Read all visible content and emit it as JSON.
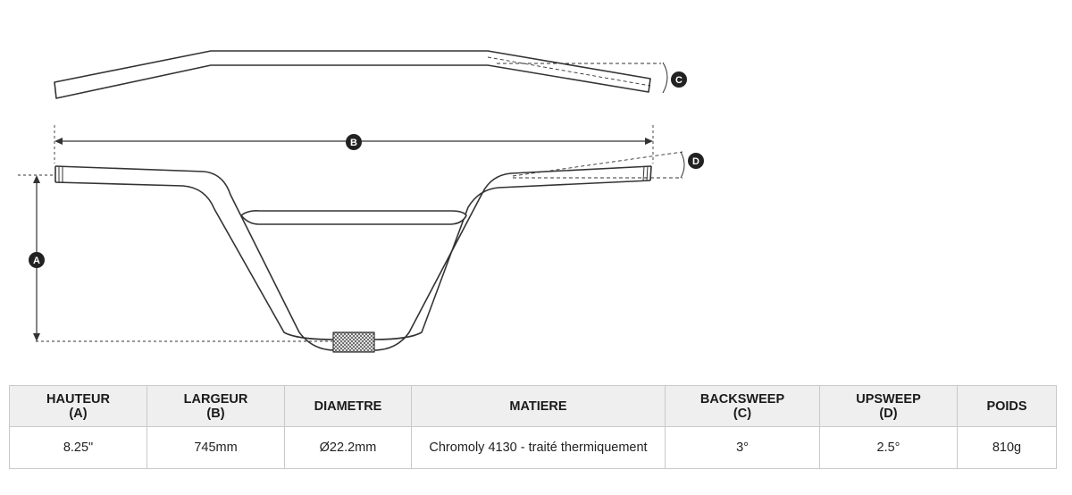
{
  "diagram": {
    "markers": {
      "a": "A",
      "b": "B",
      "c": "C",
      "d": "D"
    }
  },
  "table": {
    "headers": [
      {
        "line1": "HAUTEUR",
        "line2": "(A)"
      },
      {
        "line1": "LARGEUR",
        "line2": "(B)"
      },
      {
        "line1": "DIAMETRE",
        "line2": ""
      },
      {
        "line1": "MATIERE",
        "line2": ""
      },
      {
        "line1": "BACKSWEEP",
        "line2": "(C)"
      },
      {
        "line1": "UPSWEEP",
        "line2": "(D)"
      },
      {
        "line1": "POIDS",
        "line2": ""
      }
    ],
    "values": [
      "8.25\"",
      "745mm",
      "Ø22.2mm",
      "Chromoly 4130 - traité thermiquement",
      "3°",
      "2.5°",
      "810g"
    ]
  }
}
